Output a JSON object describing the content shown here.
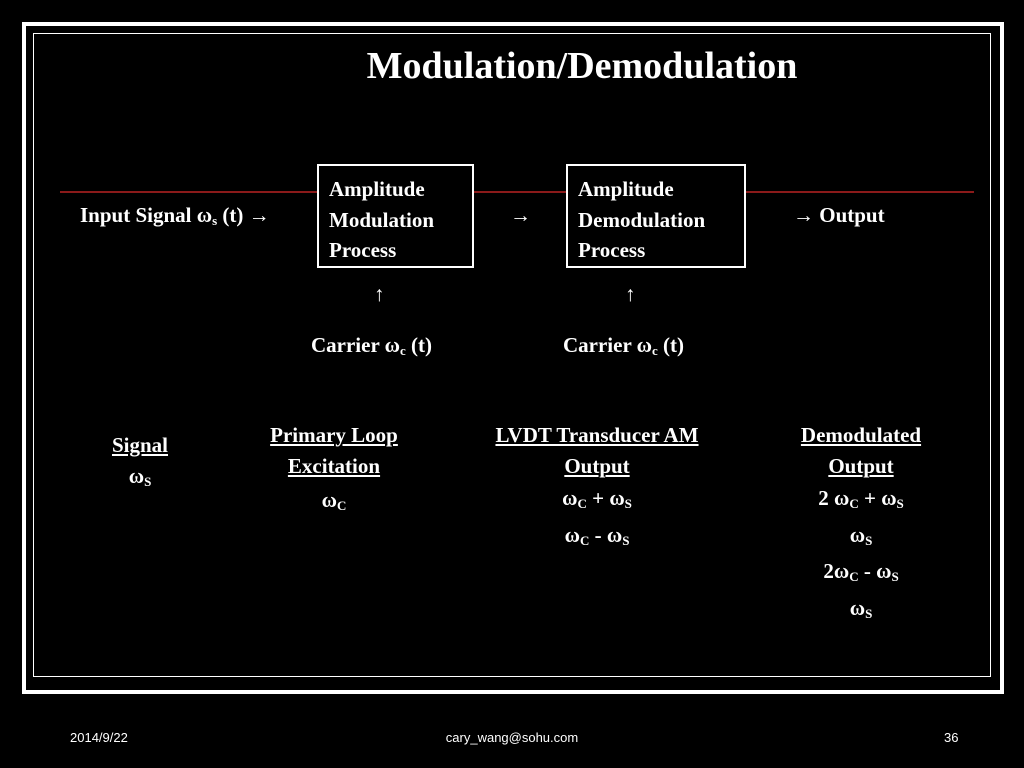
{
  "slide": {
    "title": "Modulation/Demodulation"
  },
  "diagram": {
    "input_label": "Input Signal",
    "omega": "ω",
    "input_sub": "s",
    "t": "(t)",
    "arrow_right": "→",
    "arrow_up": "↑",
    "output_label": "Output",
    "mod_box": [
      "Amplitude",
      "Modulation",
      "Process"
    ],
    "demod_box": [
      "Amplitude",
      "Demodulation",
      "Process"
    ],
    "carrier_label": "Carrier",
    "carrier_sub": "c"
  },
  "table": {
    "signal": {
      "heading": "Signal",
      "rows": [
        "S"
      ]
    },
    "excitation": {
      "heading": [
        "Primary Loop",
        "Excitation"
      ],
      "rows": [
        "C"
      ]
    },
    "lvdt": {
      "heading": [
        "LVDT Transducer AM",
        "Output"
      ],
      "row1_a": "C",
      "plus": "+",
      "row1_b": "S",
      "row2_a": "C",
      "minus": "-",
      "row2_b": "S"
    },
    "demod": {
      "heading": [
        "Demodulated",
        "Output"
      ],
      "two": "2",
      "row1_a": "C",
      "row1_b": "S",
      "row2": "S",
      "row3_a": "C",
      "row3_b": "S",
      "row4": "S"
    }
  },
  "footer": {
    "date": "2014/9/22",
    "email": "cary_wang@sohu.com",
    "page": "36"
  }
}
